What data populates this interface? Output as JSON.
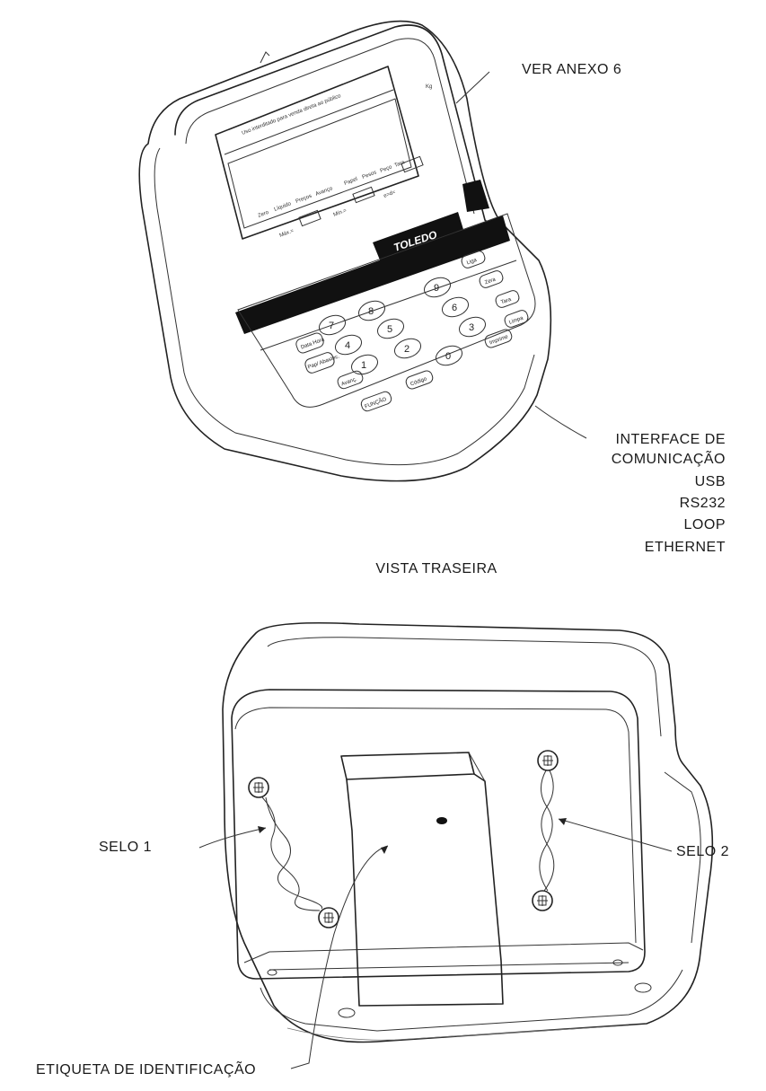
{
  "callouts": {
    "display_ref": "VER ANEXO 6",
    "interface_lines": [
      "INTERFACE DE",
      "COMUNICAÇÃO",
      "USB",
      "RS232",
      "LOOP",
      "ETHERNET"
    ],
    "rear_view_title": "VISTA TRASEIRA",
    "seal_1": "SELO 1",
    "seal_2": "SELO 2",
    "id_label": "ETIQUETA DE IDENTIFICAÇÃO"
  },
  "device": {
    "brand": "TOLEDO",
    "numeric_keys": [
      "7",
      "8",
      "9",
      "4",
      "5",
      "6",
      "1",
      "2",
      "3",
      "0"
    ],
    "function_keys": [
      "Liga",
      "Zera",
      "Tara",
      "Limpa",
      "Imprime",
      "Código",
      "FUNÇÃO",
      "Avanç.",
      "Pap/ Abastec.",
      "Data Hora"
    ],
    "display_caption": "Uso interditado para venda direta ao público",
    "display_fields": [
      "Máx.=",
      "Mín.=",
      "e=d="
    ],
    "indicators": [
      "Zero",
      "Líquido",
      "Preços",
      "Avanço",
      "Papel",
      "Pesos",
      "Peço",
      "Tara"
    ]
  }
}
